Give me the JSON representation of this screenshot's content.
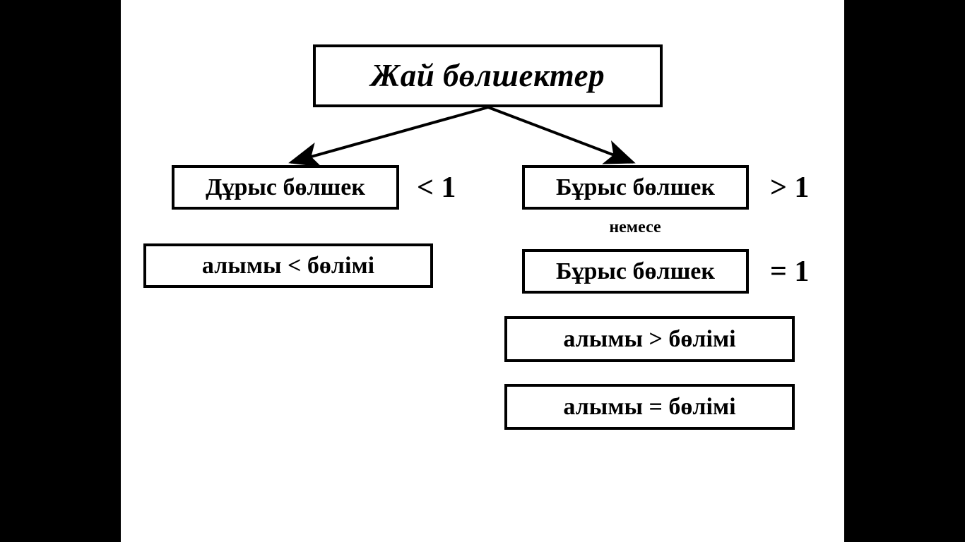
{
  "slide": {
    "background_color": "#ffffff",
    "letterbox_color": "#000000",
    "ink_color": "#000000"
  },
  "diagram": {
    "type": "tree",
    "title_node": {
      "label": "Жай бөлшектер"
    },
    "branches": [
      {
        "name": "proper-fraction",
        "node_label": "Дұрыс бөлшек",
        "relation": "< 1",
        "rule_label": "алымы < бөлімі"
      },
      {
        "name": "improper-fraction",
        "node_label": "Бұрыс бөлшек",
        "relation": "> 1",
        "connector": "немесе",
        "alt_node_label": "Бұрыс бөлшек",
        "alt_relation": "= 1",
        "rule_label_gt": "алымы > бөлімі",
        "rule_label_eq": "алымы = бөлімі"
      }
    ]
  }
}
